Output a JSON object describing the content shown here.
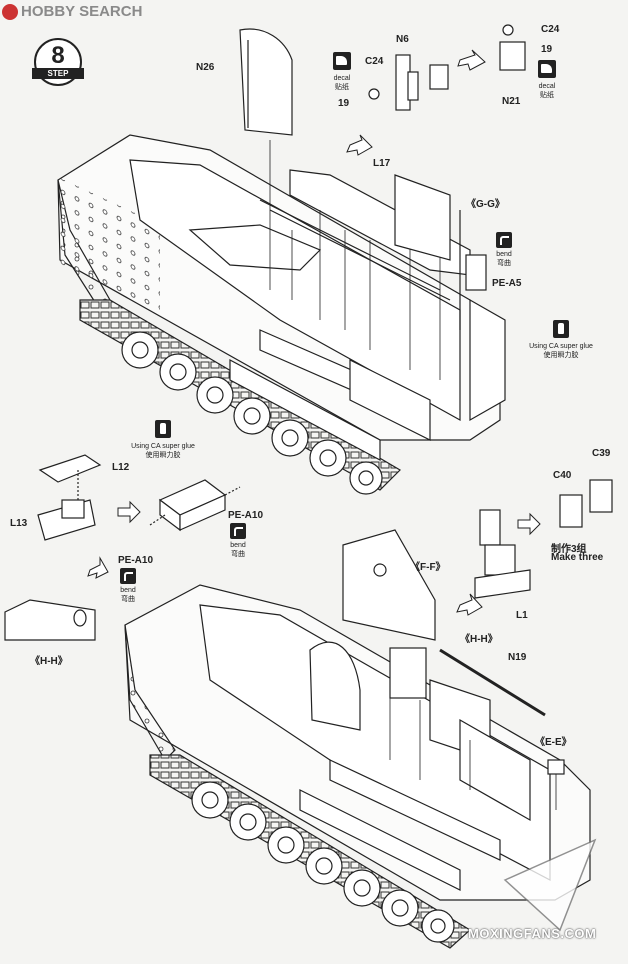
{
  "watermarks": {
    "top": "HOBBY SEARCH",
    "bottom": "MOXINGFANS.COM"
  },
  "step": {
    "number": "8",
    "word": "STEP"
  },
  "part_labels": {
    "n26": "N26",
    "n6": "N6",
    "c24_top_left": "C24",
    "nineteen_left": "19",
    "c24_top_right": "C24",
    "nineteen_right": "19",
    "n21": "N21",
    "l17": "L17",
    "gg": "《G-G》",
    "pe_a5": "PE-A5",
    "l12": "L12",
    "l13": "L13",
    "pe_a10_right": "PE-A10",
    "pe_a10_left": "PE-A10",
    "hh_left": "《H-H》",
    "c40": "C40",
    "c39": "C39",
    "ff": "《F-F》",
    "l1": "L1",
    "hh_right": "《H-H》",
    "n19": "N19",
    "ee": "《E-E》"
  },
  "instructions": {
    "decal_left": "decal",
    "decal_left_cn": "贴纸",
    "decal_right": "decal",
    "decal_right_cn": "贴纸",
    "bend_gg": "bend",
    "bend_gg_cn": "弯曲",
    "glue_right": "Using CA super glue",
    "glue_right_cn": "使用瞬力胶",
    "glue_mid": "Using CA super glue",
    "glue_mid_cn": "使用瞬力胶",
    "bend_a10_right": "bend",
    "bend_a10_right_cn": "弯曲",
    "bend_a10_left": "bend",
    "bend_a10_left_cn": "弯曲",
    "make_three_cn": "制作3组",
    "make_three": "Make three"
  },
  "colors": {
    "line": "#222222",
    "paper": "#f4f4f2",
    "badge": "#222222"
  }
}
